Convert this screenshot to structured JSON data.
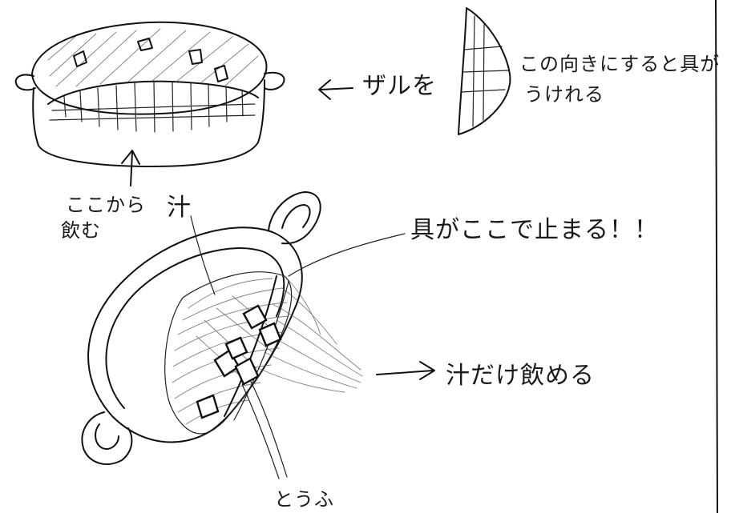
{
  "labels": {
    "colander": "ザルを",
    "orientation_note_line1": "この向きにすると具が",
    "orientation_note_line2": "うけれる",
    "drink_from_here_line1": "ここから",
    "drink_from_here_line2": "飲む",
    "soup": "汁",
    "ingredients_stop_here": "具がここで止まる！！",
    "only_soup_drinkable": "汁だけ飲める",
    "tofu": "とうふ"
  },
  "colors": {
    "ink": "#111111",
    "paper": "#ffffff"
  },
  "icons": [
    "arrow-left-icon",
    "arrow-up-icon",
    "arrow-right-icon"
  ]
}
